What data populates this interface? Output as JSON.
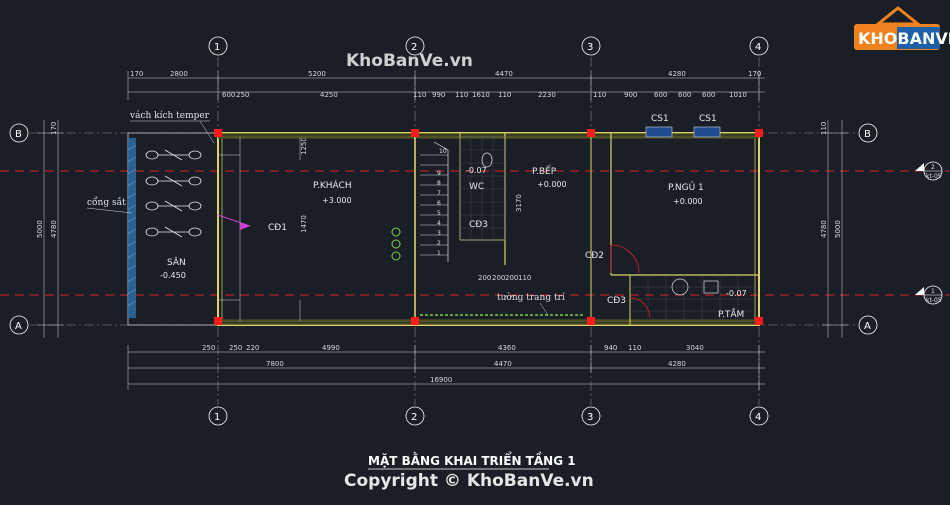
{
  "logo": {
    "text": "KHOBANVE",
    "colors": {
      "orange": "#f0821e",
      "blue": "#1e5fa8"
    }
  },
  "watermark_top": "KhoBanVe.vn",
  "copyright": "Copyright © KhoBanVe.vn",
  "drawing_title": "MẶT BẰNG KHAI TRIỂN TẦNG 1",
  "axes": {
    "columns": [
      "1",
      "2",
      "3",
      "4"
    ],
    "rows": [
      "A",
      "B"
    ]
  },
  "section_markers": [
    {
      "num": "2",
      "sheet": "kt-05"
    },
    {
      "num": "1",
      "sheet": "kt-05"
    }
  ],
  "rooms": {
    "living": {
      "name": "P.KHÁCH",
      "level": "+3.000"
    },
    "kitchen": {
      "name": "P.BẾP",
      "level": "+0.000"
    },
    "bedroom": {
      "name": "P.NGỦ 1",
      "level": "+0.000"
    },
    "bath": {
      "name": "P.TẮM",
      "level": "-0.07"
    },
    "wc": {
      "name": "WC",
      "level": "-0.07"
    },
    "yard": {
      "name": "SÂN",
      "level": "-0.450"
    }
  },
  "doors": {
    "cd1": "CĐ1",
    "cd2": "CĐ2",
    "cd3a": "CĐ3",
    "cd3b": "CĐ3"
  },
  "windows": {
    "cs1a": "CS1",
    "cs1b": "CS1"
  },
  "notes": {
    "glass": "vách kích temper",
    "gate": "cổng sắt",
    "deco_wall": "tường trang trí"
  },
  "dims": {
    "top_row1": [
      "170",
      "2800",
      "5200",
      "4470",
      "4280",
      "170"
    ],
    "top_row2": [
      "600",
      "250",
      "4250",
      "110",
      "990",
      "110",
      "1610",
      "110",
      "2230",
      "110",
      "900",
      "600",
      "600",
      "600",
      "1010"
    ],
    "bottom_row1": [
      "250",
      "250",
      "220",
      "4990",
      "4360",
      "940",
      "110",
      "3040"
    ],
    "bottom_row2": [
      "7800",
      "4470",
      "4280"
    ],
    "bottom_total": "16900",
    "left": [
      "5000",
      "4780",
      "170"
    ],
    "right": [
      "4780",
      "5000",
      "110"
    ],
    "inner": [
      "3170",
      "1470",
      "1250",
      "200",
      "200",
      "200",
      "110"
    ]
  },
  "stair_steps": [
    "10",
    "9",
    "8",
    "7",
    "6",
    "5",
    "4",
    "3",
    "2",
    "1"
  ]
}
